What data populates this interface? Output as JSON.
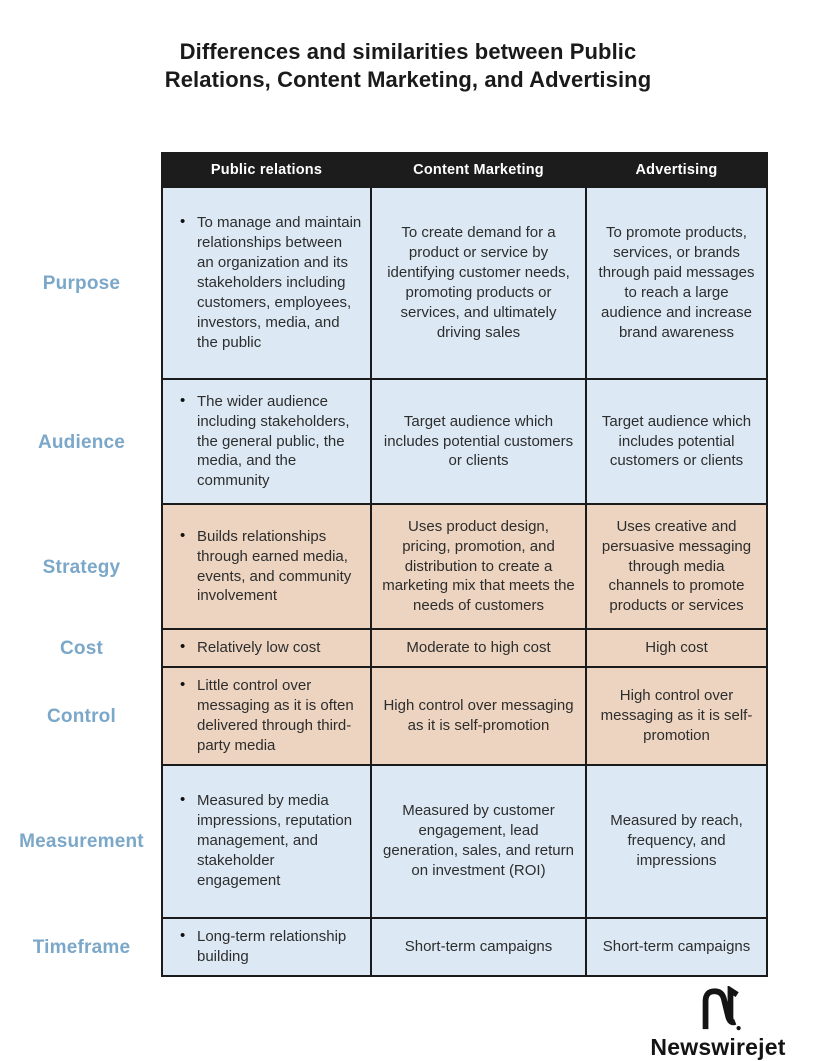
{
  "title": "Differences and similarities between Public Relations, Content Marketing, and Advertising",
  "colors": {
    "header_bg": "#1c1c1c",
    "header_text": "#ffffff",
    "blue_cell": "#dce9f4",
    "tan_cell": "#ecd4c0",
    "row_label": "#7ba7c9",
    "border": "#1b1b1b"
  },
  "columns": [
    "Public relations",
    "Content Marketing",
    "Advertising"
  ],
  "rows": [
    {
      "label": "Purpose",
      "tone": "blue",
      "public_relations": "To manage and maintain relationships between an organization and its stakeholders including customers, employees, investors, media, and the public",
      "content_marketing": "To create demand for a product or service by identifying customer needs, promoting products or services, and ultimately driving sales",
      "advertising": "To promote products, services, or brands through paid messages to reach a large audience and increase brand awareness"
    },
    {
      "label": "Audience",
      "tone": "blue",
      "public_relations": "The wider audience including stakeholders, the general public, the media, and the community",
      "content_marketing": "Target audience which includes potential customers or clients",
      "advertising": "Target audience which includes potential customers or clients"
    },
    {
      "label": "Strategy",
      "tone": "tan",
      "public_relations": "Builds relationships through earned media, events, and community involvement",
      "content_marketing": "Uses product design, pricing, promotion, and distribution to create a marketing mix that meets the needs of customers",
      "advertising": "Uses creative and persuasive messaging through media channels to promote products or services"
    },
    {
      "label": "Cost",
      "tone": "tan",
      "public_relations": "Relatively low cost",
      "content_marketing": "Moderate to high cost",
      "advertising": "High cost"
    },
    {
      "label": "Control",
      "tone": "tan",
      "public_relations": "Little control over messaging as it is often delivered through third-party media",
      "content_marketing": "High control over messaging as it is self-promotion",
      "advertising": "High control over messaging as it is self-promotion"
    },
    {
      "label": "Measurement",
      "tone": "blue",
      "public_relations": "Measured by media impressions, reputation management, and stakeholder engagement",
      "content_marketing": "Measured by customer engagement, lead generation, sales, and return on investment (ROI)",
      "advertising": "Measured by reach, frequency, and impressions"
    },
    {
      "label": "Timeframe",
      "tone": "blue",
      "public_relations": "Long-term relationship building",
      "content_marketing": "Short-term campaigns",
      "advertising": "Short-term campaigns"
    }
  ],
  "footer": {
    "brand": "Newswirejet"
  }
}
